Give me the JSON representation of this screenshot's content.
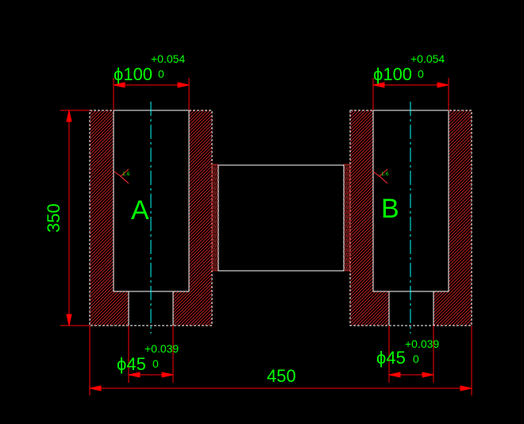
{
  "colors": {
    "background": "#000000",
    "outline": "#ffffff",
    "hatch": "#ff0000",
    "dimension": "#ff0000",
    "text": "#00ff00",
    "centerline": "#00ffff"
  },
  "dimensions": {
    "height": "350",
    "overall_width": "450",
    "bore_a": {
      "symbol": "ϕ",
      "value": "100",
      "upper": "+0.054",
      "lower": "0"
    },
    "bore_b": {
      "symbol": "ϕ",
      "value": "100",
      "upper": "+0.054",
      "lower": "0"
    },
    "hole_a": {
      "symbol": "ϕ",
      "value": "45",
      "upper": "+0.039",
      "lower": "0"
    },
    "hole_b": {
      "symbol": "ϕ",
      "value": "45",
      "upper": "+0.039",
      "lower": "0"
    }
  },
  "labels": {
    "a": "A",
    "b": "B"
  },
  "roughness": {
    "a": "1.6",
    "b": "1.6"
  }
}
